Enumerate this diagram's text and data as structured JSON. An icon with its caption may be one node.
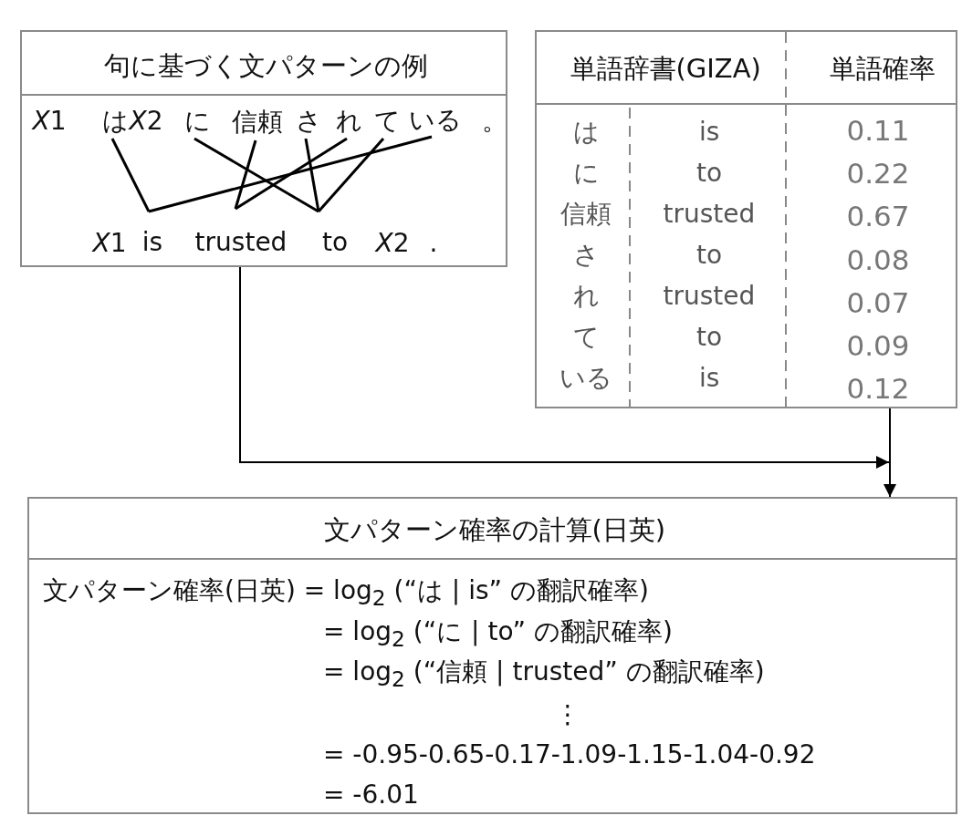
{
  "diagram": {
    "nodes": [
      {
        "text": [
          "句に基づく文パターンの例"
        ]
      },
      {
        "text": [
          "は"
        ],
        "in": 0
      },
      {
        "text": [
          "に"
        ],
        "in": 0
      },
      {
        "text": [
          "信頼"
        ],
        "in": 0
      },
      {
        "text": [
          "さ"
        ],
        "in": 0
      },
      {
        "text": [
          "れ"
        ],
        "in": 0
      },
      {
        "text": [
          "て"
        ],
        "in": 0
      },
      {
        "text": [
          "いる"
        ],
        "in": 0
      },
      {
        "text": [
          "is"
        ],
        "in": 0
      },
      {
        "text": [
          "trusted"
        ],
        "in": 0
      },
      {
        "text": [
          "to"
        ],
        "in": 0
      },
      {
        "text": [
          "単語辞書(GIZA)",
          "単語確率"
        ]
      },
      {
        "text": [
          "文パターン確率の計算(日英)",
          "文パターン確率(日英) = log$_{2}$ (“は | is” の翻訳確率)",
          "= log$_{2}$ (“に | to” の翻訳確率)",
          "= log$_{2}$ (“信頼 | trusted” の翻訳確率)",
          "⋮",
          "= -0.95-0.65-0.17-1.09-1.15-1.04-0.92",
          "= -6.01"
        ]
      }
    ],
    "edges": [
      {
        "from": 0,
        "to": 12,
        "arrow": "to"
      },
      {
        "from": 11,
        "to": 12,
        "arrow": "to"
      },
      {
        "from": 1,
        "to": 8,
        "arrow": "none"
      },
      {
        "from": 2,
        "to": 10,
        "arrow": "none"
      },
      {
        "from": 3,
        "to": 9,
        "arrow": "none"
      },
      {
        "from": 4,
        "to": 10,
        "arrow": "none"
      },
      {
        "from": 5,
        "to": 9,
        "arrow": "none"
      },
      {
        "from": 6,
        "to": 10,
        "arrow": "none"
      },
      {
        "from": 7,
        "to": 8,
        "arrow": "none"
      }
    ],
    "labels": [
      "X1",
      "X2",
      "。",
      "X1",
      "X2",
      ".",
      "は",
      "is",
      "0.11",
      "に",
      "to",
      "0.22",
      "信頼",
      "trusted",
      "0.67",
      "さ",
      "to",
      "0.08",
      "れ",
      "trusted",
      "0.07",
      "て",
      "to",
      "0.09",
      "いる",
      "is",
      "0.12"
    ]
  }
}
